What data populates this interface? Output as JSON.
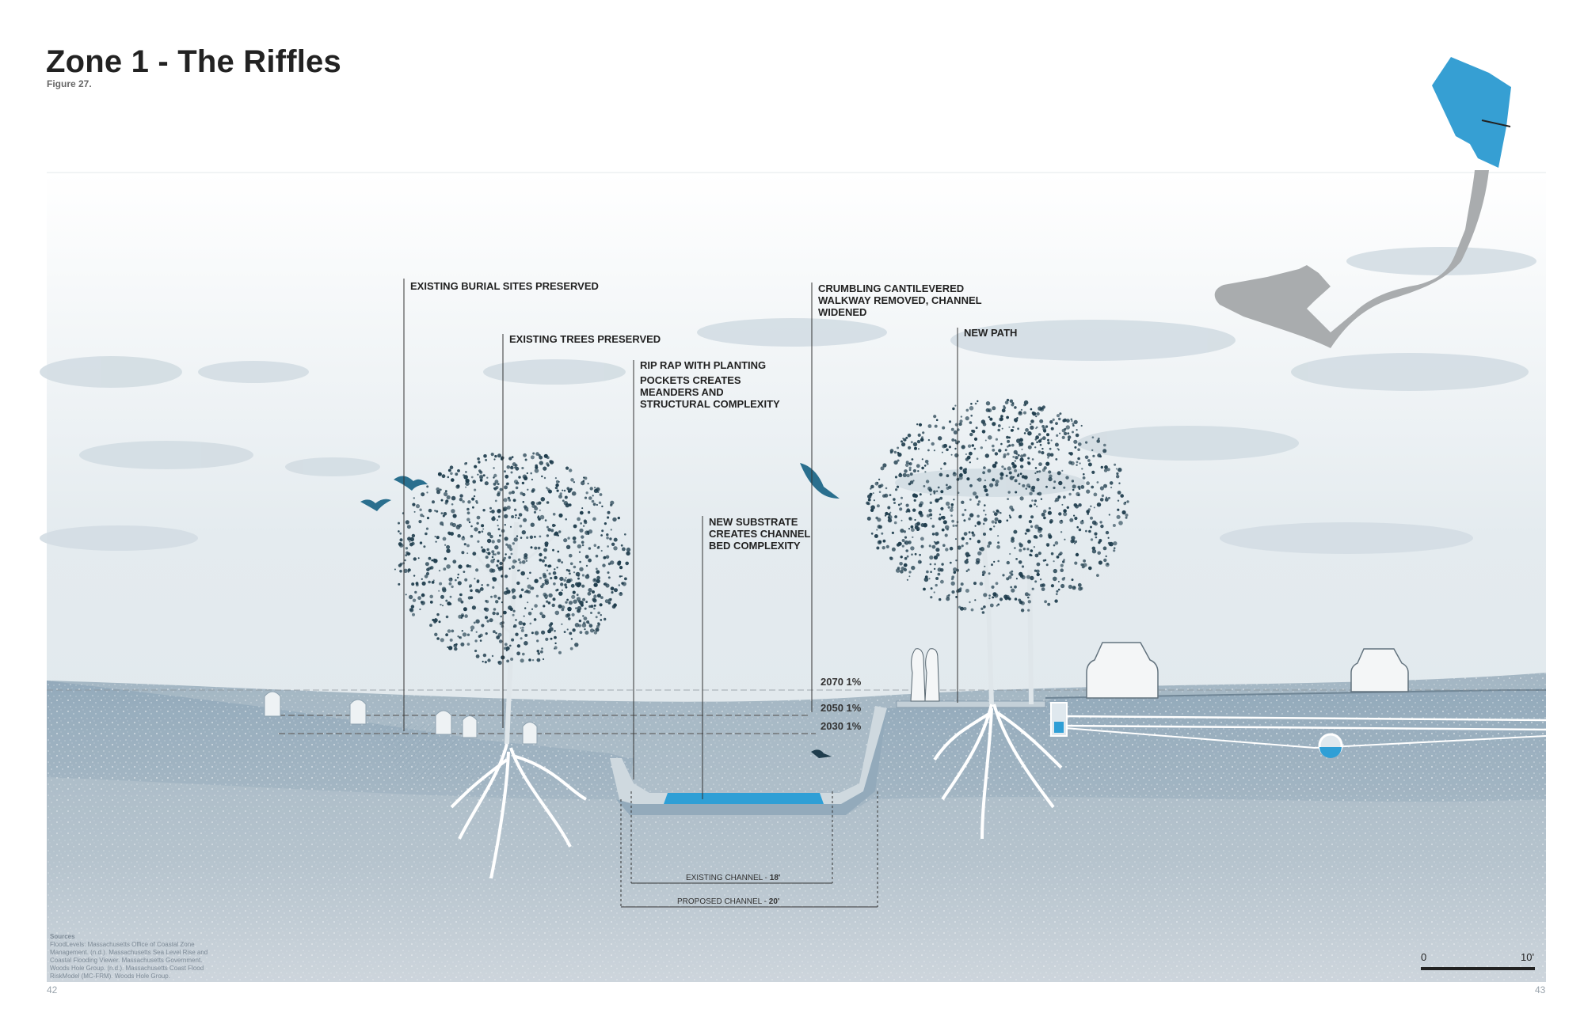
{
  "title": "Zone 1 - The Riffles",
  "figure": "Figure 27.",
  "annotations": [
    {
      "id": "burial",
      "lines": [
        "EXISTING BURIAL SITES PRESERVED"
      ]
    },
    {
      "id": "trees",
      "lines": [
        "EXISTING TREES PRESERVED"
      ]
    },
    {
      "id": "riprap",
      "lines": [
        "RIP RAP WITH PLANTING",
        "POCKETS CREATES",
        "MEANDERS AND",
        "STRUCTURAL COMPLEXITY"
      ]
    },
    {
      "id": "substrate",
      "lines": [
        "NEW SUBSTRATE",
        "CREATES CHANNEL",
        "BED COMPLEXITY"
      ]
    },
    {
      "id": "walkway",
      "lines": [
        "CRUMBLING CANTILEVERED",
        "WALKWAY REMOVED, CHANNEL",
        "WIDENED"
      ]
    },
    {
      "id": "path",
      "lines": [
        "NEW PATH"
      ]
    }
  ],
  "flood_levels": [
    {
      "year": "2070",
      "pct": "1%",
      "label": "2070 1%"
    },
    {
      "year": "2050",
      "pct": "1%",
      "label": "2050 1%"
    },
    {
      "year": "2030",
      "pct": "1%",
      "label": "2030 1%"
    }
  ],
  "dimensions": {
    "existing_label": "EXISTING CHANNEL - ",
    "existing_value": "18'",
    "proposed_label": "PROPOSED CHANNEL - ",
    "proposed_value": "20'"
  },
  "sources": {
    "heading": "Sources",
    "lines": [
      "FloodLevels: Massachusetts Office of Coastal Zone",
      "Management. (n.d.). Massachusetts Sea Level Rise and",
      "Coastal Flooding Viewer. Massachusetts Government.",
      "Woods Hole Group. (n.d.). Massachusetts Coast Flood",
      "RiskModel (MC-FRM). Woods Hole Group."
    ]
  },
  "scale_bar": {
    "start": "0",
    "end": "10'"
  },
  "pages": {
    "left": "42",
    "right": "43"
  },
  "colors": {
    "water": "#2f9fd6",
    "soil": "#a8b8c4",
    "tree": "#1f3d4d",
    "keymap_active": "#369fd3",
    "keymap_path": "#a9acae"
  }
}
